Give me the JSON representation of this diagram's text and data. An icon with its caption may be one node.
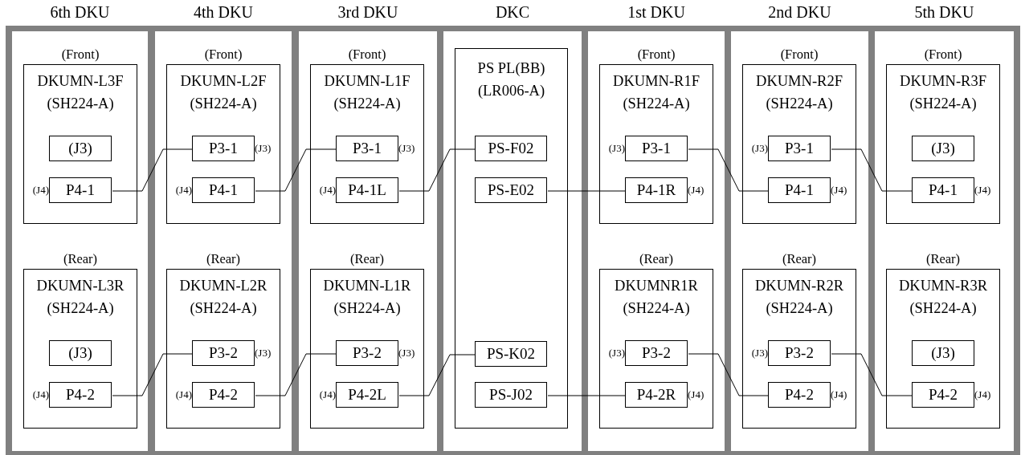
{
  "diagram": {
    "nodes": [
      {
        "text": [
          "6th DKU"
        ]
      },
      {
        "text": [
          "(Front)",
          "DKUMN-L3F (SH224-A)"
        ],
        "in": 0
      },
      {
        "text": [
          "(J3)"
        ],
        "in": 1
      },
      {
        "text": [
          "P4-1"
        ],
        "in": 1,
        "beside": [
          "(J4)"
        ]
      },
      {
        "text": [
          "(Rear)",
          "DKUMN-L3R (SH224-A)"
        ],
        "in": 0
      },
      {
        "text": [
          "(J3)"
        ],
        "in": 4
      },
      {
        "text": [
          "P4-2"
        ],
        "in": 4,
        "beside": [
          "(J4)"
        ]
      },
      {
        "text": [
          "4th DKU"
        ]
      },
      {
        "text": [
          "(Front)",
          "DKUMN-L2F (SH224-A)"
        ],
        "in": 7
      },
      {
        "text": [
          "P3-1"
        ],
        "in": 8,
        "beside": [
          "(J3)"
        ]
      },
      {
        "text": [
          "P4-1"
        ],
        "in": 8,
        "beside": [
          "(J4)"
        ]
      },
      {
        "text": [
          "(Rear)",
          "DKUMN-L2R (SH224-A)"
        ],
        "in": 7
      },
      {
        "text": [
          "P3-2"
        ],
        "in": 11,
        "beside": [
          "(J3)"
        ]
      },
      {
        "text": [
          "P4-2"
        ],
        "in": 11,
        "beside": [
          "(J4)"
        ]
      },
      {
        "text": [
          "3rd DKU"
        ]
      },
      {
        "text": [
          "(Front)",
          "DKUMN-L1F (SH224-A)"
        ],
        "in": 14
      },
      {
        "text": [
          "P3-1"
        ],
        "in": 15,
        "beside": [
          "(J3)"
        ]
      },
      {
        "text": [
          "P4-1L"
        ],
        "in": 15,
        "beside": [
          "(J4)"
        ]
      },
      {
        "text": [
          "(Rear)",
          "DKUMN-L1R (SH224-A)"
        ],
        "in": 14
      },
      {
        "text": [
          "P3-2"
        ],
        "in": 18,
        "beside": [
          "(J3)"
        ]
      },
      {
        "text": [
          "P4-2L"
        ],
        "in": 18,
        "beside": [
          "(J4)"
        ]
      },
      {
        "text": [
          "DKC"
        ]
      },
      {
        "text": [
          "PS PL(BB) (LR006-A)"
        ],
        "in": 21
      },
      {
        "text": [
          "PS-F02"
        ],
        "in": 22
      },
      {
        "text": [
          "PS-E02"
        ],
        "in": 22
      },
      {
        "text": [
          "PS-K02"
        ],
        "in": 22
      },
      {
        "text": [
          "PS-J02"
        ],
        "in": 22
      },
      {
        "text": [
          "1st DKU"
        ]
      },
      {
        "text": [
          "(Front)",
          "DKUMN-R1F (SH224-A)"
        ],
        "in": 27
      },
      {
        "text": [
          "P3-1"
        ],
        "in": 28,
        "beside": [
          "(J3)"
        ]
      },
      {
        "text": [
          "P4-1R"
        ],
        "in": 28,
        "beside": [
          "(J4)"
        ]
      },
      {
        "text": [
          "(Rear)",
          "DKUMNR1R (SH224-A)"
        ],
        "in": 27
      },
      {
        "text": [
          "P3-2"
        ],
        "in": 31,
        "beside": [
          "(J3)"
        ]
      },
      {
        "text": [
          "P4-2R"
        ],
        "in": 31,
        "beside": [
          "(J4)"
        ]
      },
      {
        "text": [
          "2nd DKU"
        ]
      },
      {
        "text": [
          "(Front)",
          "DKUMN-R2F (SH224-A)"
        ],
        "in": 34
      },
      {
        "text": [
          "P3-1"
        ],
        "in": 35,
        "beside": [
          "(J3)"
        ]
      },
      {
        "text": [
          "P4-1"
        ],
        "in": 35,
        "beside": [
          "(J4)"
        ]
      },
      {
        "text": [
          "(Rear)",
          "DKUMN-R2R (SH224-A)"
        ],
        "in": 34
      },
      {
        "text": [
          "P3-2"
        ],
        "in": 38,
        "beside": [
          "(J3)"
        ]
      },
      {
        "text": [
          "P4-2"
        ],
        "in": 38,
        "beside": [
          "(J4)"
        ]
      },
      {
        "text": [
          "5th DKU"
        ]
      },
      {
        "text": [
          "(Front)",
          "DKUMN-R3F (SH224-A)"
        ],
        "in": 41
      },
      {
        "text": [
          "(J3)"
        ],
        "in": 42
      },
      {
        "text": [
          "P4-1"
        ],
        "in": 42,
        "beside": [
          "(J4)"
        ]
      },
      {
        "text": [
          "(Rear)",
          "DKUMN-R3R (SH224-A)"
        ],
        "in": 41
      },
      {
        "text": [
          "(J3)"
        ],
        "in": 45
      },
      {
        "text": [
          "P4-2"
        ],
        "in": 45,
        "beside": [
          "(J4)"
        ]
      }
    ],
    "edges": [
      {
        "from": 3,
        "to": 9,
        "arrow": "none"
      },
      {
        "from": 10,
        "to": 16,
        "arrow": "none"
      },
      {
        "from": 17,
        "to": 23,
        "arrow": "none"
      },
      {
        "from": 24,
        "to": 30,
        "arrow": "none"
      },
      {
        "from": 29,
        "to": 37,
        "arrow": "none"
      },
      {
        "from": 36,
        "to": 44,
        "arrow": "none"
      },
      {
        "from": 6,
        "to": 12,
        "arrow": "none"
      },
      {
        "from": 13,
        "to": 19,
        "arrow": "none"
      },
      {
        "from": 20,
        "to": 25,
        "arrow": "none"
      },
      {
        "from": 26,
        "to": 33,
        "arrow": "none"
      },
      {
        "from": 32,
        "to": 40,
        "arrow": "none"
      },
      {
        "from": 39,
        "to": 47,
        "arrow": "none"
      }
    ]
  }
}
